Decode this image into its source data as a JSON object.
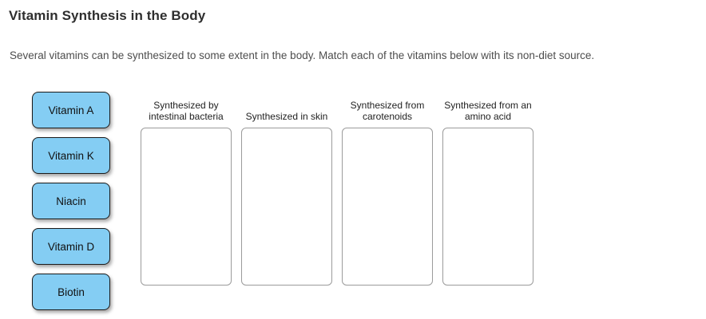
{
  "page": {
    "title": "Vitamin Synthesis in the Body",
    "instruction": "Several vitamins can be synthesized to some extent in the body. Match each of the vitamins below with its non-diet source."
  },
  "chips": [
    {
      "label": "Vitamin A"
    },
    {
      "label": "Vitamin K"
    },
    {
      "label": "Niacin"
    },
    {
      "label": "Vitamin D"
    },
    {
      "label": "Biotin"
    }
  ],
  "dropzones": [
    {
      "label_lines": [
        "Synthesized by",
        "intestinal bacteria"
      ]
    },
    {
      "label_lines": [
        "Synthesized in skin"
      ]
    },
    {
      "label_lines": [
        "Synthesized from",
        "carotenoids"
      ]
    },
    {
      "label_lines": [
        "Synthesized from an",
        "amino acid"
      ]
    }
  ],
  "colors": {
    "chip_fill": "#84cdf3",
    "chip_border": "#1a1a1a",
    "dropzone_border": "#9b9b9b",
    "title_text": "#2e2e2e",
    "body_text": "#4d4d4d"
  }
}
